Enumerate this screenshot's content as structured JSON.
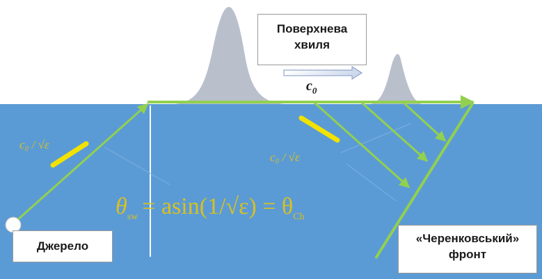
{
  "labels": {
    "surface_wave_line1": "Поверхнева",
    "surface_wave_line2": "хвиля",
    "source": "Джерело",
    "front_line1": "«Черенковський»",
    "front_line2": "фронт",
    "c0": "c",
    "c0_sub": "0",
    "slow_speed_left": "c₀ / √ε",
    "slow_speed_right": "c₀ / √ε",
    "equation_theta_left": "θ",
    "equation_sub_left": "sw",
    "equation_middle": "= asin(1/√ε) = θ",
    "equation_sub_right": "Ch"
  },
  "colors": {
    "water": "#5b9bd5",
    "sky": "#ffffff",
    "wave_hump": "#b9c0cc",
    "ray_green": "#92d050",
    "speed_bar": "#f2e200",
    "equation": "#d8c021",
    "vertical_line": "#ffffff",
    "box_border": "#9a9a9a"
  }
}
